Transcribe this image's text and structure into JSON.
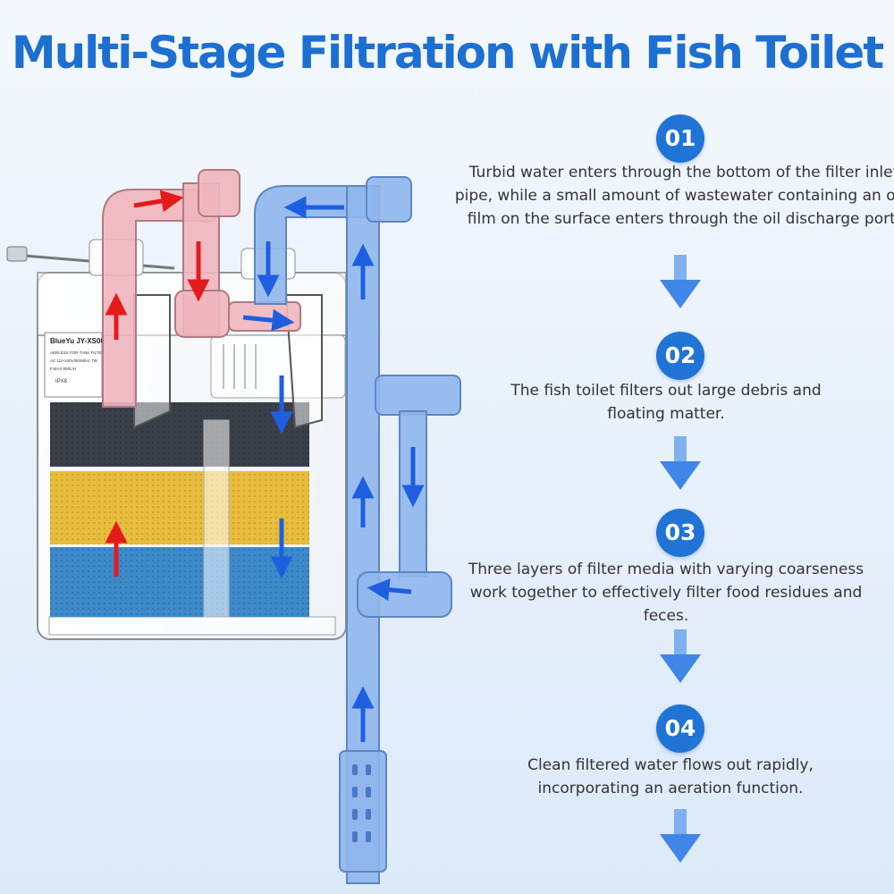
{
  "title": "Multi-Stage Filtration with Fish Toilet",
  "label": {
    "brand": "BlueYu JY-XS00",
    "spec1": "AERLESS FOR TANK FILTER",
    "spec2": "AC 110-240V/50/60Hz 7W",
    "spec3": "F.MAX 800L/H",
    "rating": "IPX8"
  },
  "steps": [
    {
      "number": "01",
      "text": "Turbid water enters through the bottom of the filter inlet pipe, while a small amount of wastewater containing an oily film on the surface enters through the oil discharge port."
    },
    {
      "number": "02",
      "text": "The fish toilet filters out large debris and floating matter."
    },
    {
      "number": "03",
      "text": "Three layers of filter media with varying coarseness work together to effectively filter food residues and feces."
    },
    {
      "number": "04",
      "text": "Clean filtered water flows out rapidly, incorporating an aeration function."
    }
  ],
  "colors": {
    "title": "#1d6fd1",
    "badge": "#1f74d6",
    "blue_flow": "#1e5fe0",
    "red_flow": "#e31b1b",
    "blue_pipe": "#8fb6ec",
    "red_pipe": "#efb5bd",
    "sponge_black": "#3a4048",
    "sponge_yellow": "#e8bd3c",
    "sponge_blue": "#3d89c9"
  },
  "icons": {
    "flow_down": "blue-down-arrow-icon"
  }
}
